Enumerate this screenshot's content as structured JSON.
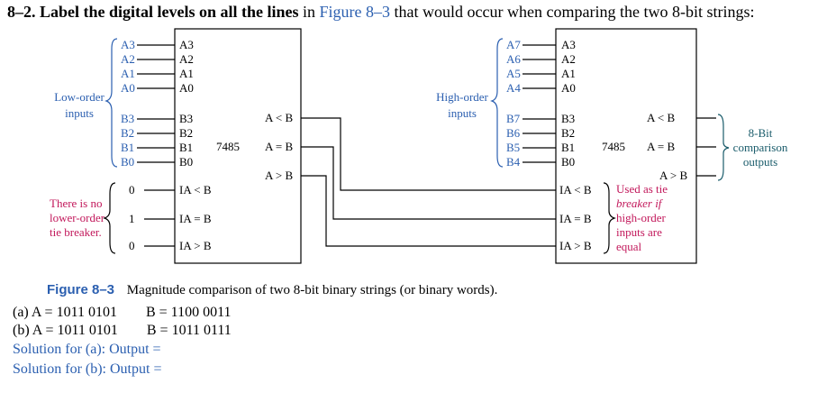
{
  "question": {
    "number": "8–2.",
    "bold_text": "Label the digital levels on all the lines",
    "text_mid": "in",
    "figure_ref": "Figure 8–3",
    "text_end": "that would occur when comparing the two 8-bit strings:"
  },
  "left": {
    "group_label_1": "Low-order",
    "group_label_2": "inputs",
    "a_ext": [
      "A3",
      "A2",
      "A1",
      "A0"
    ],
    "a_pins": [
      "A3",
      "A2",
      "A1",
      "A0"
    ],
    "b_ext": [
      "B3",
      "B2",
      "B1",
      "B0"
    ],
    "b_pins": [
      "B3",
      "B2",
      "B1",
      "B0"
    ],
    "chip": "7485",
    "outputs": [
      "A < B",
      "A = B",
      "A > B"
    ],
    "cascade_inputs": [
      "IA < B",
      "IA = B",
      "IA > B"
    ],
    "cascade_values": [
      "0",
      "1",
      "0"
    ],
    "tie_1": "There is no",
    "tie_2": "lower-order",
    "tie_3": "tie breaker."
  },
  "right": {
    "group_label_1": "High-order",
    "group_label_2": "inputs",
    "a_ext": [
      "A7",
      "A6",
      "A5",
      "A4"
    ],
    "a_pins": [
      "A3",
      "A2",
      "A1",
      "A0"
    ],
    "b_ext": [
      "B7",
      "B6",
      "B5",
      "B4"
    ],
    "b_pins": [
      "B3",
      "B2",
      "B1",
      "B0"
    ],
    "chip": "7485",
    "outputs": [
      "A < B",
      "A = B",
      "A > B"
    ],
    "cascade_inputs": [
      "IA < B",
      "IA = B",
      "IA > B"
    ],
    "out_1": "8-Bit",
    "out_2": "comparison",
    "out_3": "outputs",
    "tie_1": "Used as tie",
    "tie_2": "breaker if",
    "tie_3": "high-order",
    "tie_4": "inputs are",
    "tie_5": "equal"
  },
  "caption": {
    "figure": "Figure 8–3",
    "text": "Magnitude comparison of two 8-bit binary strings (or binary words)."
  },
  "answers": {
    "a_label": "(a) A = 1011 0101",
    "a_b": "B = 1100 0011",
    "b_label": "(b) A = 1011 0101",
    "b_b": "B = 1011 0111",
    "sol_a": "Solution for (a): Output =",
    "sol_b": "Solution for (b): Output ="
  }
}
